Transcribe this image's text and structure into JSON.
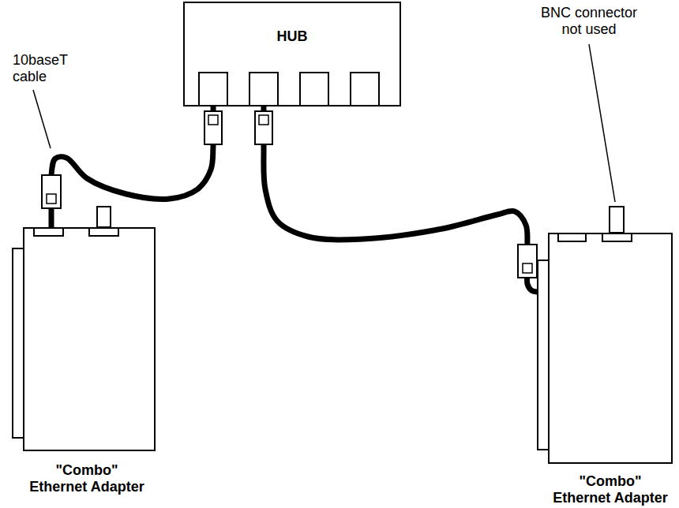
{
  "diagram": {
    "nodes": [
      {
        "text": [
          "HUB"
        ]
      },
      {
        "text": [
          "\"Combo\" Ethernet Adapter"
        ]
      },
      {
        "text": [
          "\"Combo\" Ethernet Adapter"
        ]
      }
    ],
    "edges": [
      {
        "from": 0,
        "to": 1,
        "arrow": "none"
      },
      {
        "from": 0,
        "to": 2,
        "arrow": "none"
      }
    ],
    "labels": [
      "10baseT cable",
      "BNC connector not used"
    ]
  }
}
